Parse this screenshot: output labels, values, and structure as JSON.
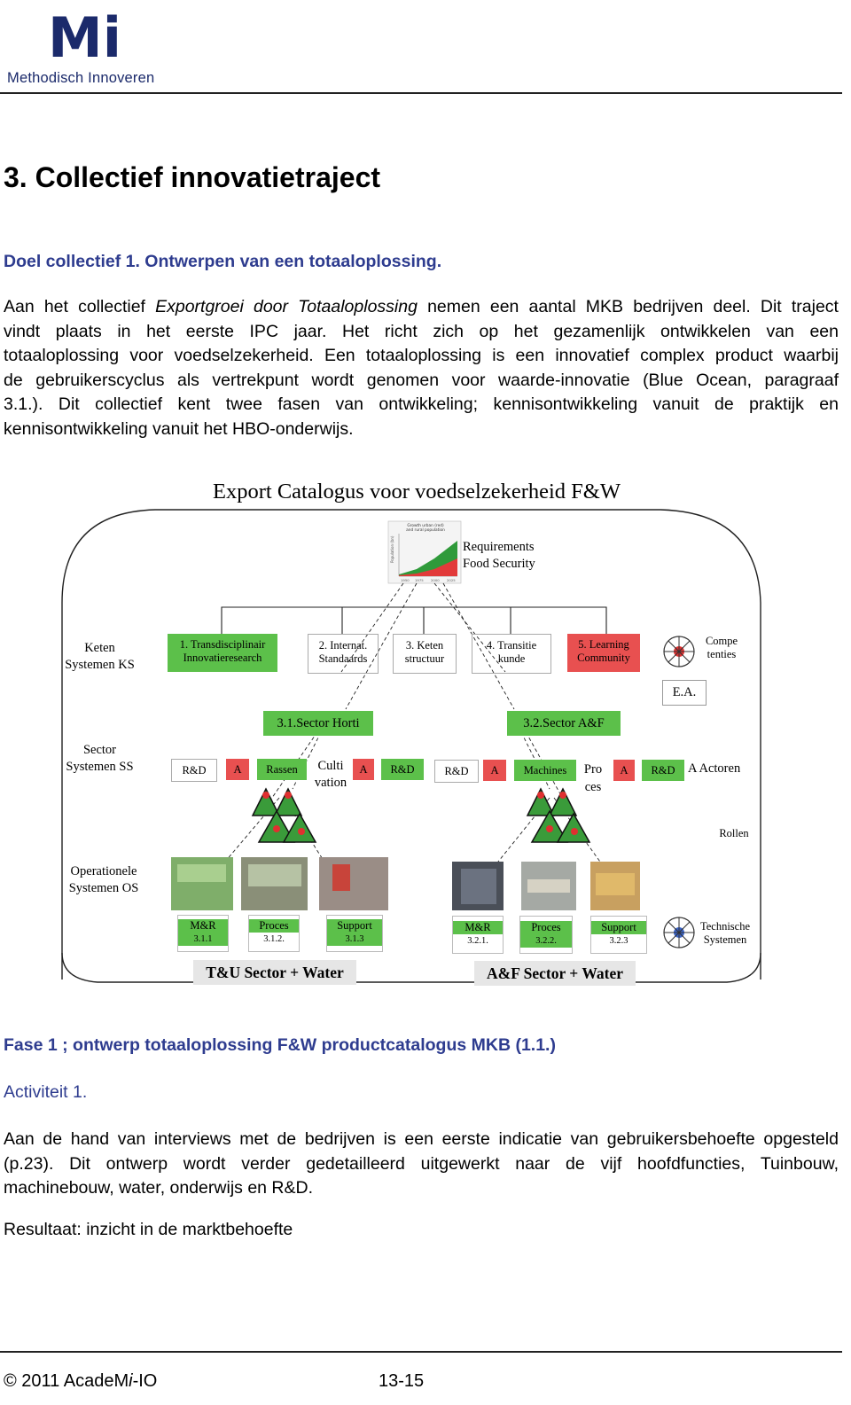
{
  "header": {
    "logo_mark": "Mi",
    "logo_text": "Methodisch Innoveren"
  },
  "section_title": "3. Collectief innovatietraject",
  "goal_heading": "Doel collectief 1. Ontwerpen van een totaaloplossing.",
  "intro_paragraph": {
    "lines": [
      [
        "Aan het collectief ",
        "Exportgroei door Totaaloplossing",
        "  nemen een aantal MKB bedrijven deel. Dit traject"
      ],
      "vindt plaats in het eerste IPC jaar. Het richt zich op het gezamenlijk ontwikkelen van een",
      "totaaloplossing voor voedselzekerheid. Een totaaloplossing is een innovatief complex product waarbij",
      "de gebruikerscyclus als vertrekpunt wordt genomen voor waarde-innovatie (Blue Ocean, paragraaf",
      "3.1.). Dit collectief kent twee fasen van ontwikkeling; kennisontwikkeling vanuit de praktijk en",
      "kennisontwikkeling vanuit het HBO-onderwijs."
    ]
  },
  "diagram": {
    "title": "Export Catalogus voor voedselzekerheid F&W",
    "requirements": [
      "Requirements",
      "Food Security"
    ],
    "chart_thumb": {
      "title_line1": "Growth urban (red)",
      "title_line2": "and rural  population",
      "axis_label": "Population (bn)",
      "years": [
        "1950",
        "1975",
        "2000",
        "2025"
      ]
    },
    "row_labels": {
      "ks": [
        "Keten",
        "Systemen KS"
      ],
      "ss": [
        "Sector",
        "Systemen SS"
      ],
      "os": [
        "Operationele",
        "Systemen OS"
      ]
    },
    "ks_boxes": [
      {
        "lines": [
          "1. Transdisciplinair",
          "Innovatieresearch"
        ],
        "color": "#5cc04a"
      },
      {
        "lines": [
          "2. Internat.",
          "Standaards"
        ],
        "color": "#ffffff"
      },
      {
        "lines": [
          "3. Keten",
          "structuur"
        ],
        "color": "#ffffff"
      },
      {
        "lines": [
          "4. Transitie",
          "kunde"
        ],
        "color": "#ffffff"
      },
      {
        "lines": [
          "5. Learning",
          "Community"
        ],
        "color": "#e85050"
      }
    ],
    "competenties": [
      "Compe",
      "tenties"
    ],
    "ea": "E.A.",
    "sector_horti": "3.1.Sector  Horti",
    "sector_af": "3.2.Sector  A&F",
    "left_cells": {
      "rd1": "R&D",
      "a1": "A",
      "rassen": "Rassen",
      "cultivation": [
        "Culti",
        "vation"
      ],
      "a2": "A",
      "rd2": "R&D"
    },
    "right_cells": {
      "rd1": "R&D",
      "a1": "A",
      "machines": "Machines",
      "proces": [
        "Pro",
        "ces"
      ],
      "a2": "A",
      "rd2": "R&D"
    },
    "actoren": "A  Actoren",
    "rollen": "Rollen",
    "os_boxes_left": [
      {
        "title": "M&R",
        "code": "3.1.1"
      },
      {
        "title": "Proces",
        "code": "3.1.2."
      },
      {
        "title": "Support",
        "code": "3.1.3"
      }
    ],
    "os_boxes_right": [
      {
        "title": "M&R",
        "code": "3.2.1."
      },
      {
        "title": "Proces",
        "code": "3.2.2."
      },
      {
        "title": "Support",
        "code": "3.2.3"
      }
    ],
    "technische": [
      "Technische",
      "Systemen"
    ],
    "tu_label": "T&U Sector + Water",
    "af_label": "A&F Sector + Water"
  },
  "phase_heading": "Fase 1 ; ontwerp totaaloplossing F&W  productcatalogus MKB (1.1.)",
  "activity_heading": "Activiteit 1.",
  "activity_paragraph": {
    "lines": [
      "Aan de hand van interviews met de bedrijven is een eerste indicatie van gebruikersbehoefte opgesteld",
      "(p.23). Dit ontwerp wordt verder gedetailleerd uitgewerkt naar de vijf hoofdfuncties, Tuinbouw,",
      "machinebouw, water, onderwijs en R&D."
    ]
  },
  "result": "Resultaat: inzicht in de marktbehoefte",
  "footer": {
    "copyright_prefix": "© 2011 AcadeM",
    "copyright_italic": "i",
    "copyright_suffix": "-IO",
    "page": "13-15"
  },
  "colors": {
    "brand_blue": "#2e3c8f",
    "logo_blue": "#1b2a6b",
    "box_green": "#5cc04a",
    "box_red": "#e85050"
  }
}
